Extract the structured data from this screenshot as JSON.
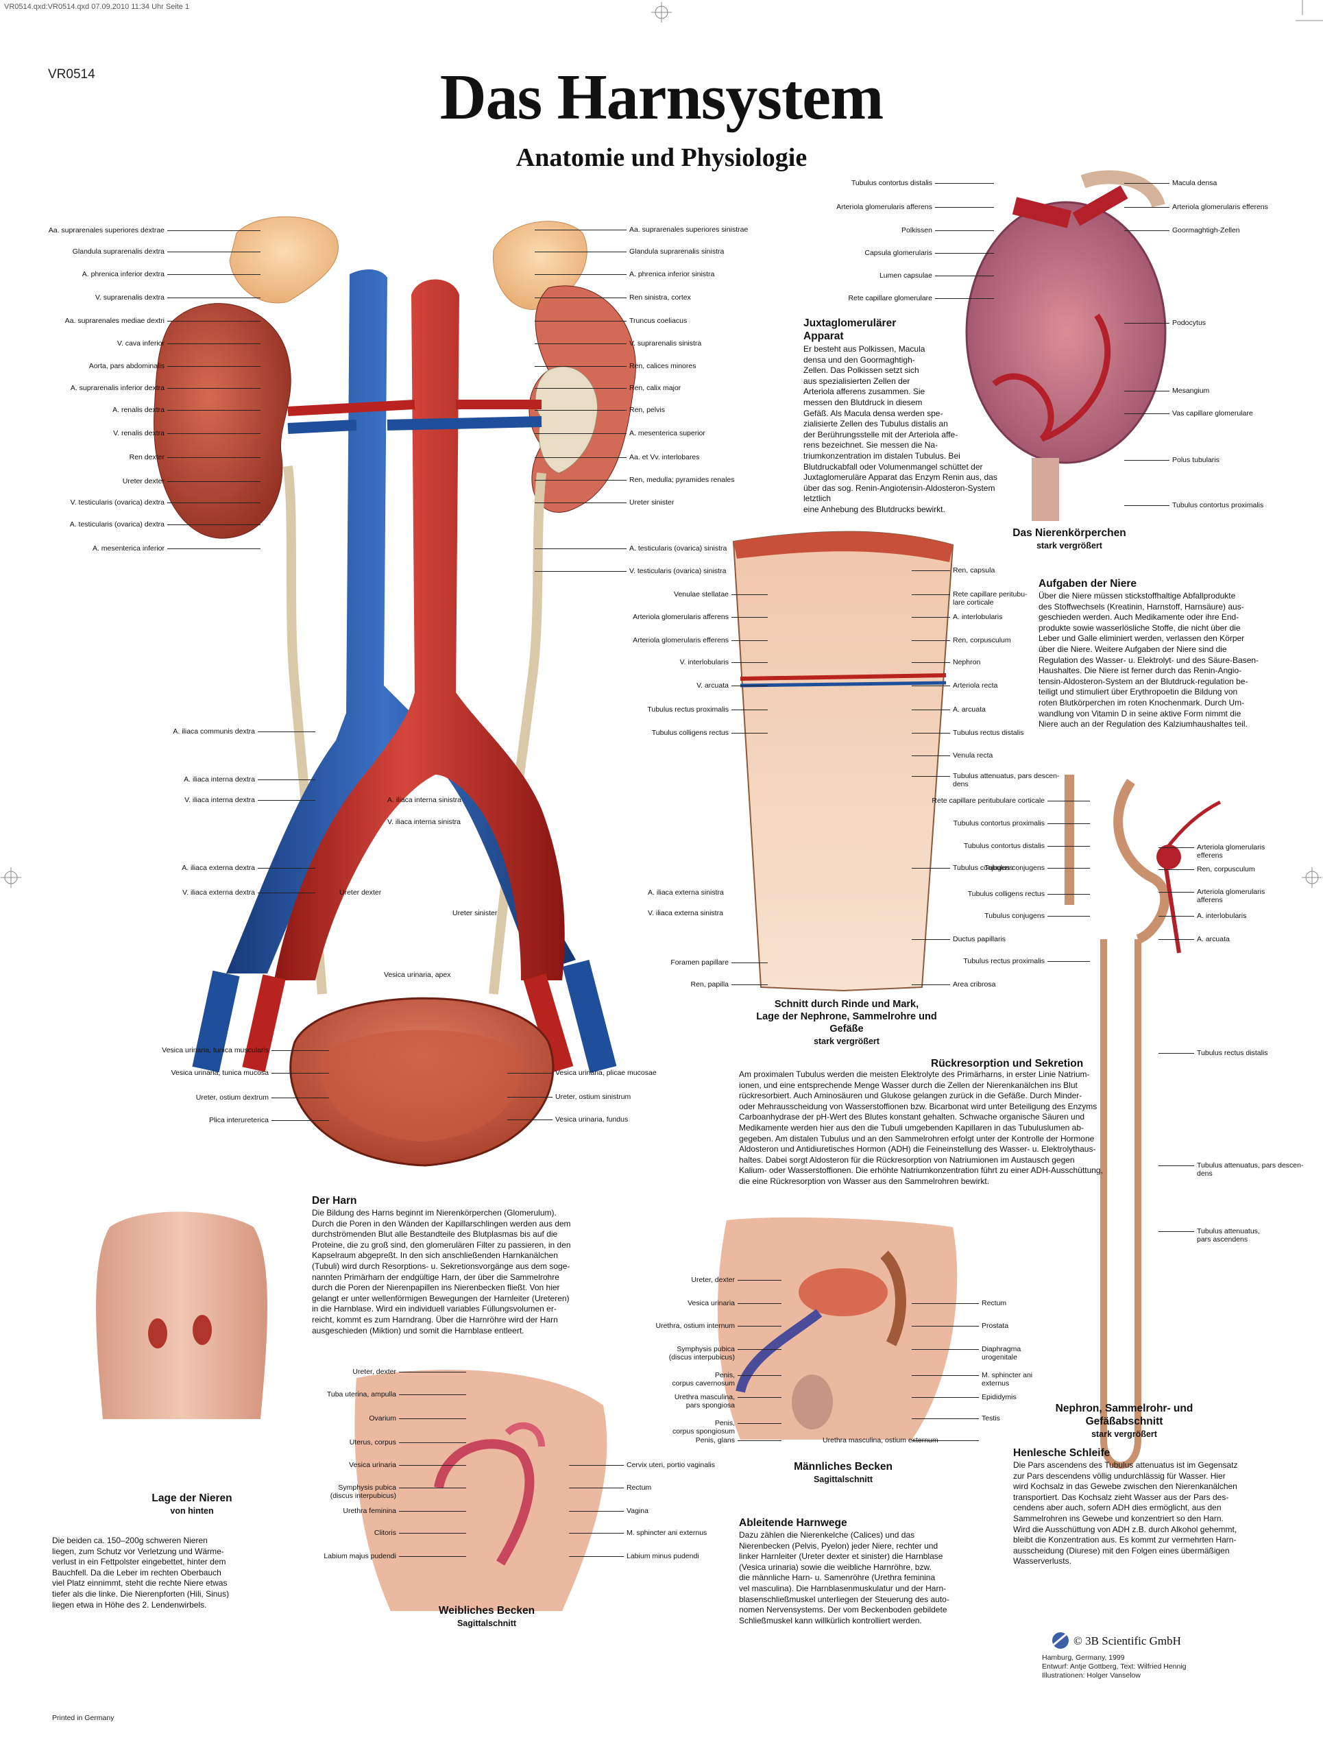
{
  "meta": {
    "print_header": "VR0514.qxd:VR0514.qxd  07.09.2010  11:34 Uhr  Seite 1",
    "code": "VR0514",
    "printed": "Printed in Germany"
  },
  "title": "Das Harnsystem",
  "subtitle": "Anatomie und Physiologie",
  "colors": {
    "artery": "#b8231f",
    "vein": "#1f4f9a",
    "kidney": "#b8442f",
    "adrenal": "#f2c493",
    "ureter": "#d9c9a8",
    "tissue": "#c8573f"
  },
  "main_labels": {
    "left": [
      "Aa. suprarenales superiores dextrae",
      "Glandula suprarenalis dextra",
      "A. phrenica inferior dextra",
      "V. suprarenalis dextra",
      "Aa. suprarenales mediae dextri",
      "V. cava inferior",
      "Aorta, pars abdominalis",
      "A. suprarenalis inferior dextra",
      "A. renalis dextra",
      "V. renalis dextra",
      "Ren dexter",
      "Ureter dexter",
      "V. testicularis (ovarica) dextra",
      "A. testicularis (ovarica) dextra",
      "A. mesenterica inferior"
    ],
    "right": [
      "Aa. suprarenales superiores sinistrae",
      "Glandula suprarenalis sinistra",
      "A. phrenica inferior sinistra",
      "Ren sinistra, cortex",
      "Truncus coeliacus",
      "V. suprarenalis sinistra",
      "Ren, calices minores",
      "Ren, calix major",
      "Ren, pelvis",
      "A. mesenterica superior",
      "Aa. et Vv. interlobares",
      "Ren, medulla; pyramides renales",
      "Ureter sinister",
      "A. testicularis (ovarica) sinistra",
      "V. testicularis (ovarica) sinistra"
    ],
    "lower_left": [
      "A. iliaca communis dextra",
      "A. iliaca interna dextra",
      "V. iliaca interna dextra",
      "A. iliaca externa dextra",
      "V. iliaca externa dextra"
    ],
    "lower_mid": [
      "A. iliaca interna sinistra",
      "V. iliaca interna sinistra",
      "Ureter dexter",
      "Ureter sinister",
      "A. iliaca externa sinistra",
      "V. iliaca externa sinistra"
    ],
    "bladder_left": [
      "Vesica urinaria, tunica muscularis",
      "Vesica urinaria, tunica mucosa",
      "Ureter, ostium dextrum",
      "Plica interureterica"
    ],
    "bladder_right": [
      "Vesica urinaria, plicae mucosae",
      "Ureter, ostium sinistrum",
      "Vesica urinaria, fundus"
    ],
    "bladder_top": "Vesica urinaria, apex"
  },
  "glomerulus": {
    "labels_left": [
      "Tubulus contortus distalis",
      "Arteriola glomerularis afferens",
      "Polkissen",
      "Capsula glomerularis",
      "Lumen capsulae",
      "Rete capillare glomerulare"
    ],
    "labels_right": [
      "Macula densa",
      "Arteriola glomerularis efferens",
      "Goormaghtigh-Zellen",
      "Podocytus",
      "Mesangium",
      "Vas capillare glomerulare",
      "Polus tubularis",
      "Tubulus contortus proximalis"
    ],
    "caption": "Das Nierenkörperchen",
    "caption_sub": "stark vergrößert"
  },
  "juxta": {
    "heading": "Juxtaglomerulärer\nApparat",
    "text": "Er besteht aus Polkissen, Macula\ndensa und den Goormaghtigh-\nZellen. Das Polkissen setzt sich\naus spezialisierten Zellen der\nArteriola afferens zusammen. Sie\nmessen den Blutdruck in diesem\nGefäß. Als Macula densa werden spe-\nzialisierte Zellen des Tubulus distalis an\nder Berührungsstelle mit der Arteriola affe-\nrens bezeichnet. Sie messen die Na-\ntriumkonzentration im distalen Tubulus. Bei\nBlutdruckabfall oder Volumenmangel schüttet der\nJuxtaglomeruläre Apparat das Enzym Renin aus, das\nüber das sog. Renin-Angiotensin-Aldosteron-System letztlich\neine Anhebung des Blutdrucks bewirkt."
  },
  "cortex": {
    "labels_left": [
      "Venulae stellatae",
      "Arteriola glomerularis afferens",
      "Arteriola glomerularis efferens",
      "V. interlobularis",
      "V. arcuata",
      "Tubulus rectus proximalis",
      "Tubulus colligens rectus",
      "Foramen papillare",
      "Ren, papilla"
    ],
    "labels_right": [
      "Ren, capsula",
      "Rete capillare peritubu-\nlare corticale",
      "A. interlobularis",
      "Ren, corpusculum",
      "Nephron",
      "Arteriola recta",
      "A. arcuata",
      "Tubulus rectus distalis",
      "Venula recta",
      "Tubulus attenuatus, pars descen-\ndens",
      "Tubulus conjugens",
      "Ductus papillaris",
      "Area cribrosa"
    ],
    "caption": "Schnitt durch Rinde und Mark,\nLage der Nephrone, Sammelrohre und\nGefäße",
    "caption_sub": "stark vergrößert"
  },
  "aufgaben": {
    "heading": "Aufgaben der Niere",
    "text": "Über die Niere müssen stickstoffhaltige Abfallprodukte\ndes Stoffwechsels (Kreatinin, Harnstoff, Harnsäure) aus-\ngeschieden werden. Auch Medikamente oder ihre End-\nprodukte sowie wasserlösliche Stoffe, die nicht über die\nLeber und Galle eliminiert werden, verlassen den Körper\nüber die Niere. Weitere Aufgaben der Niere sind die\nRegulation des Wasser- u. Elektrolyt- und des Säure-Basen-\nHaushaltes. Die Niere ist ferner durch das Renin-Angio-\ntensin-Aldosteron-System an der Blutdruck-regulation be-\nteiligt und stimuliert über Erythropoetin die Bildung von\nroten Blutkörperchen im roten Knochenmark. Durch Um-\nwandlung von Vitamin D in seine aktive Form nimmt die\nNiere auch an der Regulation des Kalziumhaushaltes teil."
  },
  "nephron": {
    "labels_left": [
      "Rete capillare peritubulare corticale",
      "Tubulus contortus proximalis",
      "Tubulus contortus distalis",
      "Tubulus conjugens",
      "Tubulus colligens rectus",
      "Tubulus conjugens",
      "Tubulus rectus proximalis"
    ],
    "labels_right": [
      "Arteriola glomerularis\nefferens",
      "Ren, corpusculum",
      "Arteriola glomerularis\nafferens",
      "A. interlobularis",
      "A. arcuata",
      "Tubulus rectus distalis",
      "Tubulus attenuatus, pars descen-\ndens",
      "Tubulus attenuatus,\npars ascendens"
    ],
    "caption": "Nephron, Sammelrohr- und\nGefäßabschnitt",
    "caption_sub": "stark vergrößert"
  },
  "rueck": {
    "heading": "Rückresorption und Sekretion",
    "text": "Am proximalen Tubulus werden die meisten Elektrolyte des Primärharns, in erster Linie Natrium-\nionen, und eine entsprechende Menge Wasser durch die Zellen der Nierenkanälchen ins Blut\nrückresorbiert. Auch Aminosäuren und Glukose gelangen zurück in die Gefäße. Durch Minder-\noder Mehrausscheidung von Wasserstoffionen bzw. Bicarbonat wird unter Beteiligung des Enzyms\nCarboanhydrase der pH-Wert des Blutes konstant gehalten. Schwache organische Säuren und\nMedikamente werden hier aus den die Tubuli umgebenden Kapillaren in das Tubuluslumen ab-\ngegeben. Am distalen Tubulus und an den Sammelrohren erfolgt unter der Kontrolle der Hormone\nAldosteron und Antidiuretisches Hormon (ADH) die Feineinstellung des Wasser- u. Elektrolythaus-\nhaltes.  Dabei sorgt Aldosteron für die Rückresorption von Natriumionen im Austausch gegen\nKalium- oder Wasserstoffionen. Die erhöhte Natriumkonzentration führt zu einer ADH-Ausschüttung,\ndie eine Rückresorption von Wasser aus den Sammelrohren bewirkt."
  },
  "harn": {
    "heading": "Der Harn",
    "text": "Die Bildung des Harns beginnt im Nierenkörperchen (Glomerulum).\nDurch die Poren in den Wänden der Kapillarschlingen werden aus dem\ndurchströmenden Blut alle Bestandteile des Blutplasmas bis auf die\nProteine, die zu groß sind, den glomerulären Filter zu passieren, in den\nKapselraum abgepreßt. In den sich anschließenden Harnkanälchen\n(Tubuli) wird durch Resorptions- u. Sekretionsvorgänge aus dem soge-\nnannten Primärharn der endgültige Harn, der über die Sammelrohre\ndurch die Poren der Nierenpapillen ins Nierenbecken fließt. Von hier\ngelangt er unter wellenförmigen Bewegungen der Harnleiter (Ureteren)\nin die Harnblase. Wird ein individuell variables Füllungsvolumen er-\nreicht, kommt es zum Harndrang. Über die Harnröhre wird der Harn\nausgeschieden (Miktion) und somit die Harnblase entleert."
  },
  "lage": {
    "caption": "Lage der Nieren",
    "caption_sub": "von hinten",
    "text": "Die beiden ca. 150–200g schweren Nieren\nliegen, zum Schutz vor Verletzung und Wärme-\nverlust in ein Fettpolster eingebettet, hinter dem\nBauchfell. Da die Leber im rechten Oberbauch\nviel Platz einnimmt, steht die rechte Niere etwas\ntiefer als die linke. Die Nierenpforten (Hili, Sinus)\nliegen etwa in Höhe des 2. Lendenwirbels."
  },
  "female": {
    "labels_left": [
      "Ureter, dexter",
      "Tuba uterina, ampulla",
      "Ovarium",
      "Uterus, corpus",
      "Vesica urinaria",
      "Symphysis pubica\n(discus interpubicus)",
      "Urethra feminina",
      "Clitoris",
      "Labium majus pudendi"
    ],
    "labels_right": [
      "Cervix uteri, portio vaginalis",
      "Rectum",
      "Vagina",
      "M. sphincter ani externus",
      "Labium minus pudendi"
    ],
    "caption": "Weibliches Becken",
    "caption_sub": "Sagittalschnitt"
  },
  "male": {
    "labels_left": [
      "Ureter, dexter",
      "Vesica urinaria",
      "Urethra, ostium internum",
      "Symphysis pubica\n(discus interpubicus)",
      "Penis,\ncorpus cavernosum",
      "Urethra masculina,\npars spongiosa",
      "Penis,\ncorpus spongiosum",
      "Penis, glans"
    ],
    "labels_right": [
      "Rectum",
      "Prostata",
      "Diaphragma\nurogenitale",
      "M. sphincter ani\nexternus",
      "Epididymis",
      "Testis",
      "Urethra masculina, ostium externum"
    ],
    "caption": "Männliches Becken",
    "caption_sub": "Sagittalschnitt"
  },
  "ableitende": {
    "heading": "Ableitende Harnwege",
    "text": "Dazu zählen die Nierenkelche (Calices) und das\nNierenbecken (Pelvis, Pyelon) jeder Niere, rechter und\nlinker Harnleiter (Ureter dexter et sinister) die Harnblase\n(Vesica urinaria) sowie die weibliche Harnröhre, bzw.\ndie männliche Harn- u. Samenröhre (Urethra feminina\nvel masculina). Die Harnblasenmuskulatur und der Harn-\nblasenschließmuskel unterliegen der Steuerung des auto-\nnomen Nervensystems. Der vom Beckenboden gebildete\nSchließmuskel kann willkürlich kontrolliert werden."
  },
  "henle": {
    "heading": "Henlesche Schleife",
    "text": "Die Pars ascendens des Tubulus attenuatus ist im Gegensatz\nzur Pars descendens völlig undurchlässig für Wasser. Hier\nwird Kochsalz in das Gewebe zwischen den Nierenkanälchen\ntransportiert. Das Kochsalz zieht Wasser aus der Pars des-\ncendens aber auch, sofern ADH dies ermöglicht, aus den\nSammelrohren ins Gewebe und konzentriert so den Harn.\nWird die Ausschüttung von ADH z.B. durch Alkohol gehemmt,\nbleibt die Konzentration aus. Es kommt zur vermehrten Harn-\nausscheidung (Diurese) mit den Folgen eines übermäßigen\nWasserverlusts."
  },
  "publisher": {
    "name": "© 3B Scientific GmbH",
    "credits": "Hamburg, Germany, 1999\nEntwurf: Antje Gottberg, Text: Wilfried Hennig\nIllustrationen: Holger Vanselow"
  }
}
